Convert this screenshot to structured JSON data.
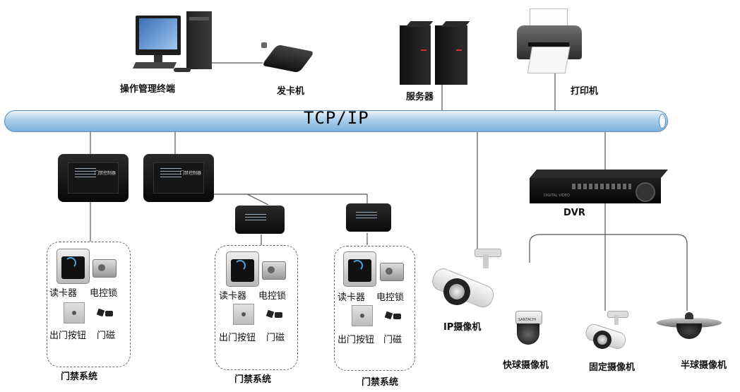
{
  "network": {
    "label": "TCP/IP"
  },
  "top": {
    "terminal": "操作管理终端",
    "card_issuer": "发卡机",
    "server": "服务器",
    "printer": "打印机"
  },
  "dvr": {
    "label": "DVR",
    "panel_text": "DIGITAL VIDEO"
  },
  "cameras": {
    "ip_camera": "IP摄像机",
    "speed_dome": "快球摄像机",
    "fixed": "固定摄像机",
    "half_dome": "半球摄像机",
    "speed_dome_brand": "SANTACHI"
  },
  "controller": {
    "title": "门禁控制器"
  },
  "access_groups": [
    {
      "reader": "读卡器",
      "lock": "电控锁",
      "exit_button": "出门按钮",
      "door_sensor": "门磁",
      "name": "门禁系统"
    },
    {
      "reader": "读卡器",
      "lock": "电控锁",
      "exit_button": "出门按钮",
      "door_sensor": "门磁",
      "name": "门禁系统"
    },
    {
      "reader": "读卡器",
      "lock": "电控锁",
      "exit_button": "出门按钮",
      "door_sensor": "门磁",
      "name": "门禁系统"
    }
  ],
  "colors": {
    "bus": "#8dbde4",
    "device": "#111111",
    "line": "#555555"
  }
}
